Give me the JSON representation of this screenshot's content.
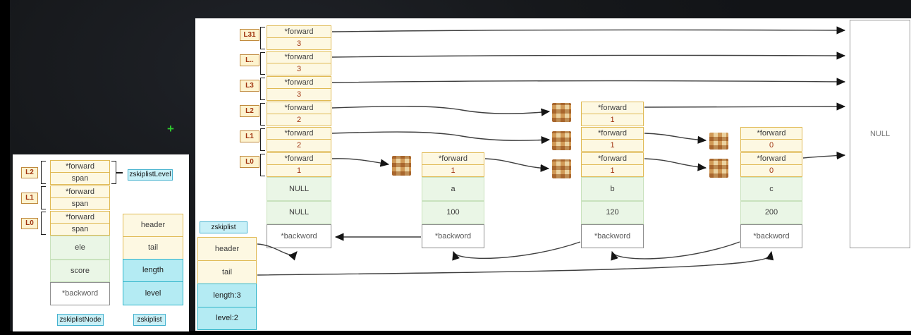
{
  "colors": {
    "accent_cyan": "#2fb4c9",
    "accent_yellow": "#e0ba55",
    "accent_green": "#c9e2bd",
    "value_red": "#a03410",
    "line": "#3f3f3f"
  },
  "cursor_glyph": "+",
  "left_panel": {
    "zskiplist_level_badge": "zskiplistLevel",
    "node_badge": "zskiplistNode",
    "list_badge": "zskiplist",
    "levels": [
      {
        "label": "L2",
        "forward": "*forward",
        "span": "span"
      },
      {
        "label": "L1",
        "forward": "*forward",
        "span": "span"
      },
      {
        "label": "L0",
        "forward": "*forward",
        "span": "span"
      }
    ],
    "ele": "ele",
    "score": "score",
    "backword": "*backword",
    "list_cells": [
      "header",
      "tail",
      "length",
      "level"
    ]
  },
  "right_panel": {
    "header_node": {
      "levels": [
        {
          "label": "L31",
          "forward": "*forward",
          "span": "3"
        },
        {
          "label": "L..",
          "forward": "*forward",
          "span": "3"
        },
        {
          "label": "L3",
          "forward": "*forward",
          "span": "3"
        },
        {
          "label": "L2",
          "forward": "*forward",
          "span": "2"
        },
        {
          "label": "L1",
          "forward": "*forward",
          "span": "2"
        },
        {
          "label": "L0",
          "forward": "*forward",
          "span": "1"
        }
      ],
      "ele": "NULL",
      "score": "NULL",
      "backword": "*backword"
    },
    "node_a": {
      "levels": [
        {
          "forward": "*forward",
          "span": "1"
        }
      ],
      "ele": "a",
      "score": "100",
      "backword": "*backword"
    },
    "node_b": {
      "levels": [
        {
          "forward": "*forward",
          "span": "1"
        },
        {
          "forward": "*forward",
          "span": "1"
        },
        {
          "forward": "*forward",
          "span": "1"
        }
      ],
      "ele": "b",
      "score": "120",
      "backword": "*backword"
    },
    "node_c": {
      "levels": [
        {
          "forward": "*forward",
          "span": "0"
        },
        {
          "forward": "*forward",
          "span": "0"
        }
      ],
      "ele": "c",
      "score": "200",
      "backword": "*backword"
    },
    "null_label": "NULL",
    "list_struct": {
      "badge": "zskiplist",
      "cells": [
        "header",
        "tail",
        "length:3",
        "level:2"
      ]
    }
  }
}
